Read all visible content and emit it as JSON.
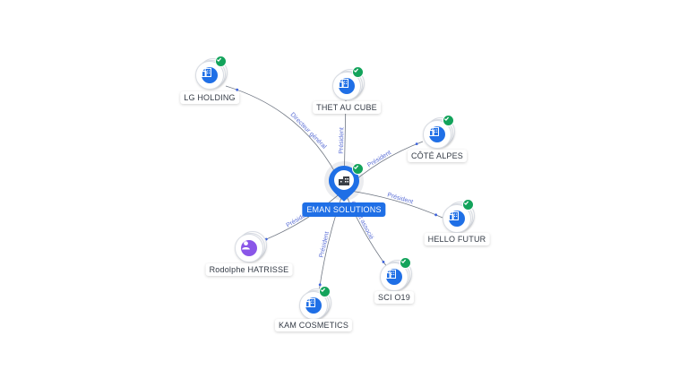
{
  "center": {
    "name": "EMAN SOLUTIONS",
    "icon": "building-icon"
  },
  "nodes": [
    {
      "id": "lg",
      "name": "LG HOLDING",
      "type": "company",
      "verified": true,
      "relation": "Directeur général"
    },
    {
      "id": "thet",
      "name": "THET AU CUBE",
      "type": "company",
      "verified": true,
      "relation": "Président"
    },
    {
      "id": "cote",
      "name": "CÔTÉ ALPES",
      "type": "company",
      "verified": true,
      "relation": "Président"
    },
    {
      "id": "hello",
      "name": "HELLO FUTUR",
      "type": "company",
      "verified": true,
      "relation": "Président"
    },
    {
      "id": "sci",
      "name": "SCI O19",
      "type": "company",
      "verified": true,
      "relation": "Gérant associé"
    },
    {
      "id": "kam",
      "name": "KAM COSMETICS",
      "type": "company",
      "verified": true,
      "relation": "Président"
    },
    {
      "id": "rodolphe",
      "name": "Rodolphe HATRISSE",
      "type": "person",
      "verified": false,
      "relation": "Président"
    }
  ],
  "colors": {
    "company": "#1f6fe6",
    "person": "#8a56e8",
    "verified": "#13a35b",
    "edge": "#6f7682",
    "edge_label": "#5b6fd6"
  }
}
